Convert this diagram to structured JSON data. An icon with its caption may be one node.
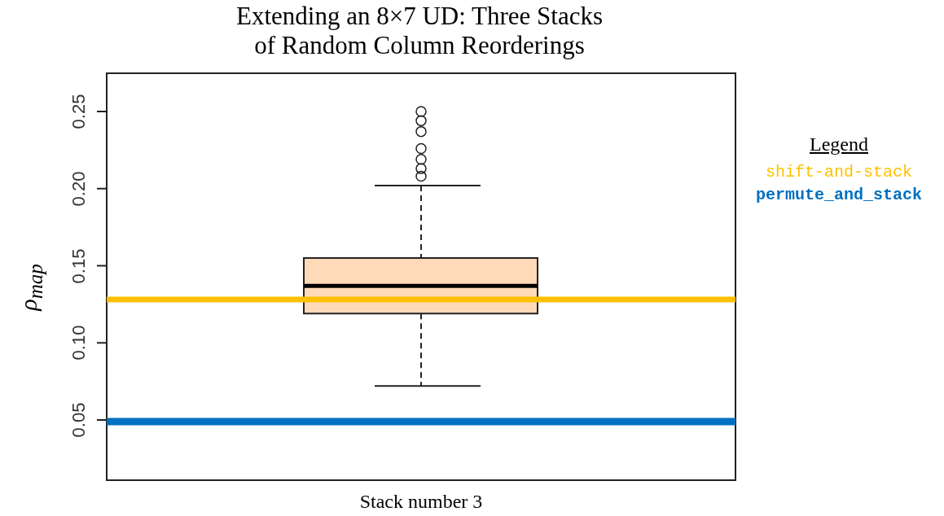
{
  "diagram": {
    "title": "Extending an 8×7 UD: Three Stacks of Random Column Reorderings",
    "labels": [
      "0.05",
      "0.10",
      "0.15",
      "0.20",
      "0.25",
      "ρ$_{map}$",
      "Stack number 3",
      "Legend"
    ],
    "legend": [
      {
        "text": "shift-and-stack",
        "color": "#ffc000"
      },
      {
        "text": "permute_and_stack",
        "color": "#0070c0"
      }
    ]
  }
}
